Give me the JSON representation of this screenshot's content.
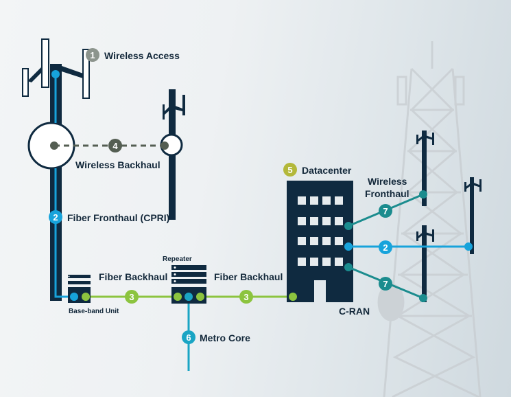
{
  "colors": {
    "navy": "#0f2a40",
    "fiber_blue": "#17a3db",
    "fiber_green": "#8cc43f",
    "teal": "#1b8c8e",
    "metro": "#1aa5c4",
    "wireless_gray": "#8c948d",
    "backhaul_dark": "#545e52",
    "datacenter_olive": "#b3b83a"
  },
  "labels": {
    "wireless_access": {
      "num": "1",
      "text": "Wireless Access"
    },
    "fiber_fronthaul": {
      "num": "2",
      "text": "Fiber Fronthaul (CPRI)"
    },
    "fiber_backhaul_left": {
      "num": "3",
      "text": "Fiber Backhaul"
    },
    "fiber_backhaul_right": {
      "num": "3",
      "text": "Fiber Backhaul"
    },
    "wireless_backhaul": {
      "num": "4",
      "text": "Wireless Backhaul"
    },
    "datacenter": {
      "num": "5",
      "text": "Datacenter"
    },
    "metro_core": {
      "num": "6",
      "text": "Metro Core"
    },
    "wireless_fronthaul": {
      "line1": "Wireless",
      "line2": "Fronthaul",
      "num_top": "7",
      "num_bottom": "7"
    },
    "cran_fiber": {
      "num": "2"
    },
    "repeater": "Repeater",
    "baseband_unit": "Base-band Unit",
    "cran": "C-RAN"
  }
}
